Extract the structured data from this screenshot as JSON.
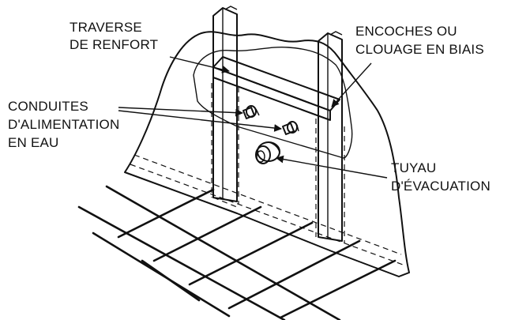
{
  "labels": {
    "brace": [
      "TRAVERSE",
      "DE RENFORT"
    ],
    "notches": [
      "ENCOCHES OU",
      "CLOUAGE EN BIAIS"
    ],
    "supply": [
      "CONDUITES",
      "D'ALIMENTATION",
      "EN EAU"
    ],
    "drain": [
      "TUYAU",
      "D'ÉVACUATION"
    ]
  },
  "colors": {
    "ink": "#111111",
    "background": "#ffffff"
  }
}
